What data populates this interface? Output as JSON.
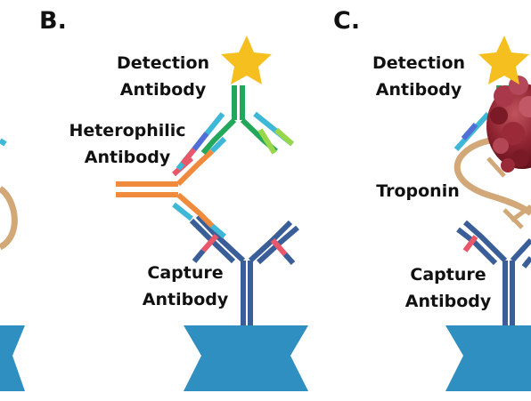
{
  "panels": [
    {
      "letter": "B.",
      "labels": {
        "detection": [
          "Detection",
          "Antibody"
        ],
        "heterophilic": [
          "Heterophilic",
          "Antibody"
        ],
        "capture": [
          "Capture",
          "Antibody"
        ]
      }
    },
    {
      "letter": "C.",
      "labels": {
        "detection": [
          "Detection",
          "Antibody"
        ],
        "troponin": "Troponin",
        "capture": [
          "Capture",
          "Antibody"
        ]
      }
    }
  ],
  "colors": {
    "base": "#2e8fc0",
    "capture_antibody": "#3a5f98",
    "detection_antibody": "#22a85a",
    "heterophilic_antibody": "#f08a3c",
    "star": "#f5c01f",
    "troponin_strand": "#d2a878",
    "troponin_protein": "#8e2330"
  }
}
